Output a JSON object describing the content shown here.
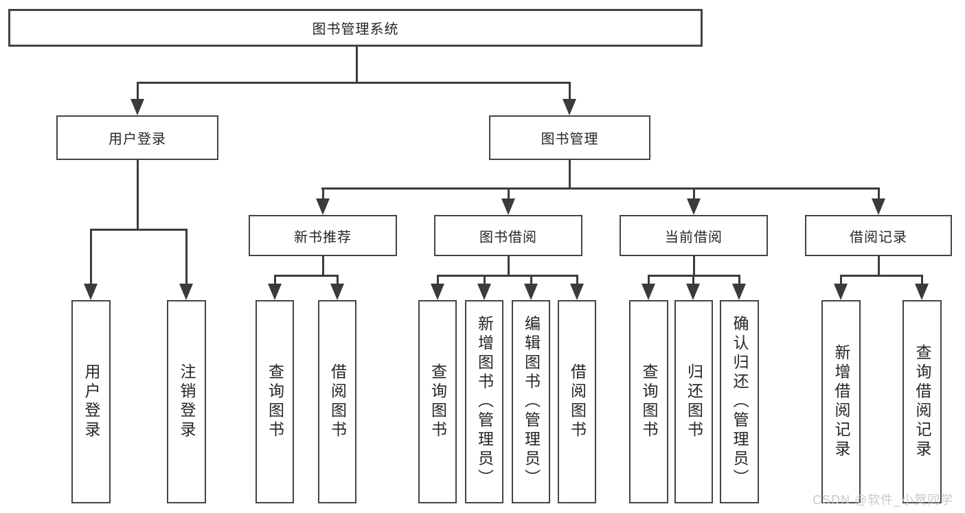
{
  "colors": {
    "line": "#3b3b3b",
    "box_border": "#444444",
    "text": "#262626",
    "background": "#ffffff",
    "watermark_text": "#c9c9c9"
  },
  "tree": {
    "root": {
      "label": "图书管理系统",
      "children": [
        {
          "label": "用户登录",
          "children": [
            {
              "label": "用户登录"
            },
            {
              "label": "注销登录"
            }
          ]
        },
        {
          "label": "图书管理",
          "children": [
            {
              "label": "新书推荐",
              "children": [
                {
                  "label": "查询图书"
                },
                {
                  "label": "借阅图书"
                }
              ]
            },
            {
              "label": "图书借阅",
              "children": [
                {
                  "label": "查询图书"
                },
                {
                  "label": "新增图书（管理员）"
                },
                {
                  "label": "编辑图书（管理员）"
                },
                {
                  "label": "借阅图书"
                }
              ]
            },
            {
              "label": "当前借阅",
              "children": [
                {
                  "label": "查询图书"
                },
                {
                  "label": "归还图书"
                },
                {
                  "label": "确认归还（管理员）"
                }
              ]
            },
            {
              "label": "借阅记录",
              "children": [
                {
                  "label": "新增借阅记录"
                },
                {
                  "label": "查询借阅记录"
                }
              ]
            }
          ]
        }
      ]
    }
  },
  "watermark": {
    "text": "CSDN @软件_小贺同学"
  }
}
